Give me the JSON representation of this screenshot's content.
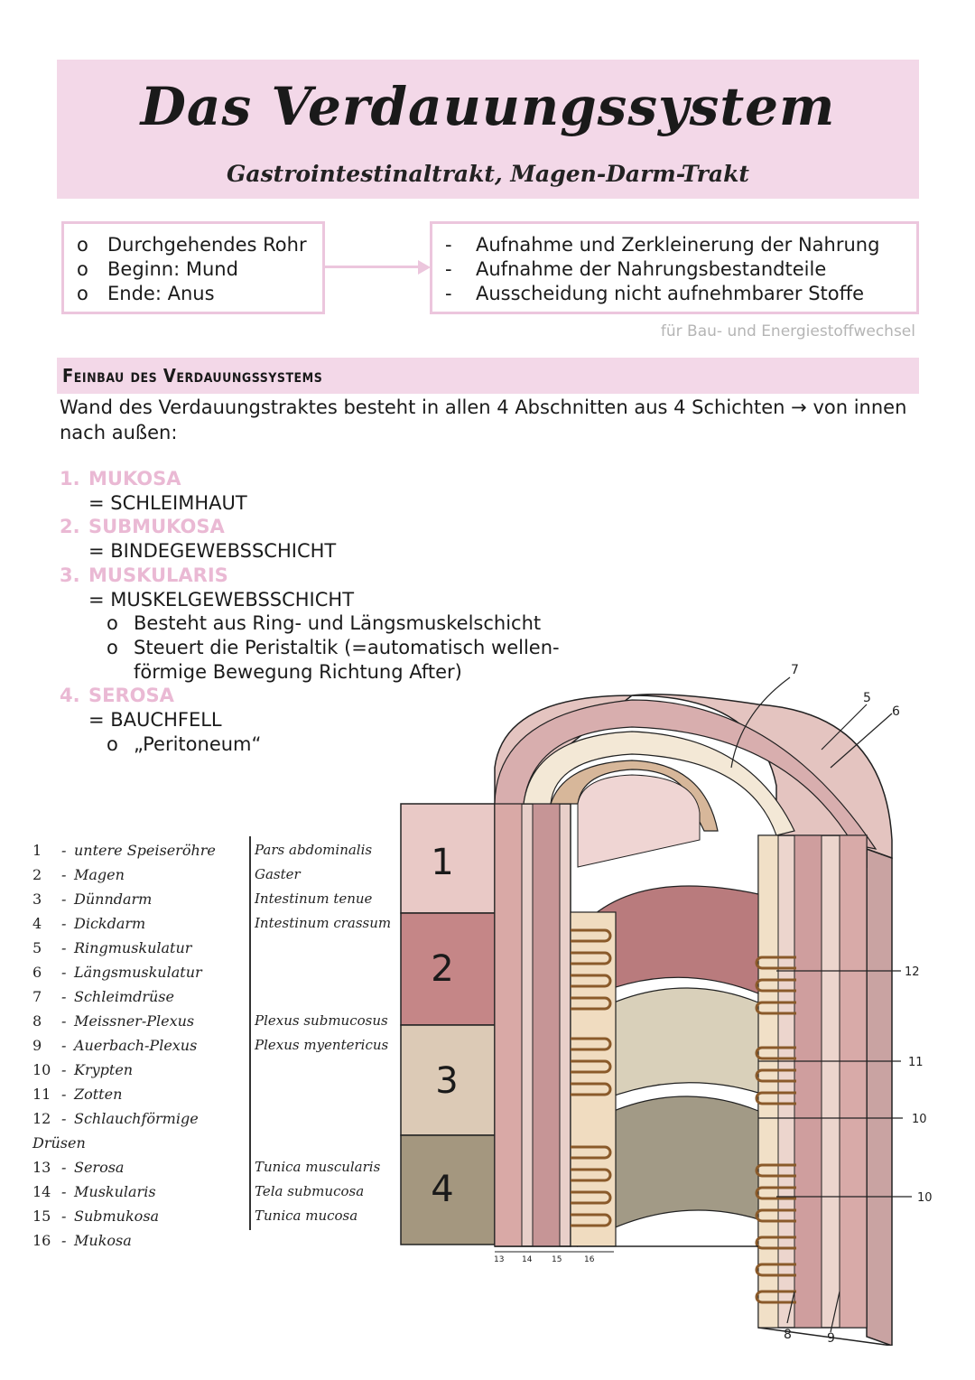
{
  "header": {
    "title": "Das Verdauungssystem",
    "subtitle": "Gastrointestinaltrakt, Magen-Darm-Trakt"
  },
  "overview": {
    "left_items": [
      "Durchgehendes Rohr",
      "Beginn: Mund",
      "Ende: Anus"
    ],
    "left_marker": "o",
    "right_items": [
      "Aufnahme und Zerkleinerung der Nahrung",
      "Aufnahme der Nahrungsbestandteile",
      "Ausscheidung nicht aufnehmbarer Stoffe"
    ],
    "right_marker": "-",
    "footnote": "für Bau- und Energiestoffwechsel"
  },
  "section": {
    "title": "Feinbau des Verdauungssystems",
    "intro": "Wand des Verdauungstraktes besteht in allen 4 Abschnitten aus 4 Schichten → von innen nach außen:"
  },
  "layers": [
    {
      "num": "1.",
      "name": "MUKOSA",
      "desc": "= SCHLEIMHAUT",
      "notes": []
    },
    {
      "num": "2.",
      "name": "SUBMUKOSA",
      "desc": "= BINDEGEWEBSSCHICHT",
      "notes": []
    },
    {
      "num": "3.",
      "name": "MUSKULARIS",
      "desc": "= MUSKELGEWEBSSCHICHT",
      "notes": [
        "Besteht aus Ring- und Längsmuskelschicht",
        "Steuert die Peristaltik (=automatisch wellen-",
        "förmige Bewegung Richtung After)"
      ]
    },
    {
      "num": "4.",
      "name": "SEROSA",
      "desc": "= BAUCHFELL",
      "notes": [
        "„Peritoneum“"
      ]
    }
  ],
  "legend": [
    {
      "num": "1",
      "label": "untere Speiseröhre",
      "latin": "Pars abdominalis"
    },
    {
      "num": "2",
      "label": "Magen",
      "latin": "Gaster"
    },
    {
      "num": "3",
      "label": "Dünndarm",
      "latin": "Intestinum tenue"
    },
    {
      "num": "4",
      "label": "Dickdarm",
      "latin": "Intestinum crassum"
    },
    {
      "num": "5",
      "label": "Ringmuskulatur",
      "latin": ""
    },
    {
      "num": "6",
      "label": "Längsmuskulatur",
      "latin": ""
    },
    {
      "num": "7",
      "label": "Schleimdrüse",
      "latin": ""
    },
    {
      "num": "8",
      "label": "Meissner-Plexus",
      "latin": "Plexus submucosus"
    },
    {
      "num": "9",
      "label": "Auerbach-Plexus",
      "latin": "Plexus myentericus"
    },
    {
      "num": "10",
      "label": "Krypten",
      "latin": ""
    },
    {
      "num": "11",
      "label": "Zotten",
      "latin": ""
    },
    {
      "num": "12",
      "label": "Schlauchförmige Drüsen",
      "latin": ""
    },
    {
      "num": "13",
      "label": "Serosa",
      "latin": ""
    },
    {
      "num": "14",
      "label": "Muskularis",
      "latin": "Tunica muscularis"
    },
    {
      "num": "15",
      "label": "Submukosa",
      "latin": "Tela submucosa"
    },
    {
      "num": "16",
      "label": "Mukosa",
      "latin": "Tunica mucosa"
    }
  ],
  "diagram": {
    "section_numbers": [
      "1",
      "2",
      "3",
      "4"
    ],
    "section_colors": [
      "#e9c9c6",
      "#c58687",
      "#dccab6",
      "#a4977f"
    ],
    "callouts": [
      "7",
      "5",
      "6",
      "12",
      "11",
      "10",
      "10",
      "8",
      "9"
    ],
    "bottom_ticks": [
      "13",
      "14",
      "15",
      "16"
    ]
  },
  "colors": {
    "pink_bg": "#f3d8e8",
    "pink_border": "#ecc6dd",
    "pink_text": "#eab9d4",
    "footnote_gray": "#b5b5b5"
  }
}
